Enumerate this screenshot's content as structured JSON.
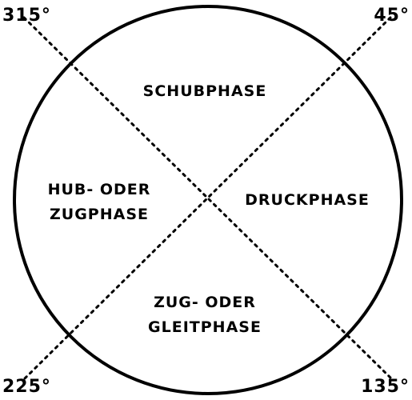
{
  "angles": {
    "top_left": "315°",
    "top_right": "45°",
    "bottom_left": "225°",
    "bottom_right": "135°"
  },
  "phases": {
    "top": [
      "SCHUBPHASE"
    ],
    "right": [
      "DRUCKPHASE"
    ],
    "left": [
      "HUB- ODER",
      "ZUGPHASE"
    ],
    "bottom": [
      "ZUG- ODER",
      "GLEITPHASE"
    ]
  },
  "colors": {
    "stroke": "#000000",
    "background": "#ffffff"
  }
}
